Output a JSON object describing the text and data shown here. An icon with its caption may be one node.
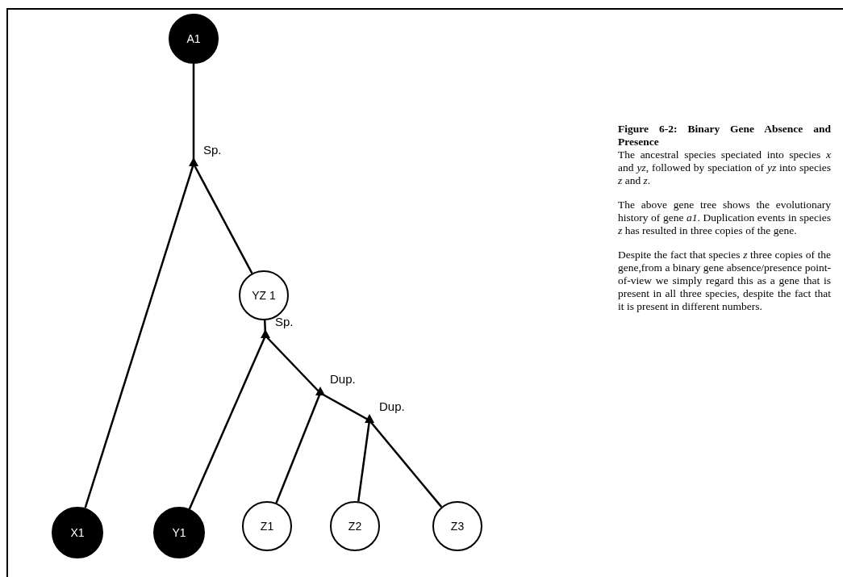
{
  "diagram": {
    "title": "Figure 6-2: Binary Gene Absence and Presence",
    "nodes": [
      {
        "text": [
          "A1"
        ]
      },
      {
        "text": [],
        "shape": "triangle",
        "beside": [
          "Sp."
        ]
      },
      {
        "text": [
          "YZ 1"
        ]
      },
      {
        "text": [],
        "shape": "triangle",
        "beside": [
          "Sp."
        ]
      },
      {
        "text": [],
        "shape": "triangle",
        "beside": [
          "Dup."
        ]
      },
      {
        "text": [],
        "shape": "triangle",
        "beside": [
          "Dup."
        ]
      },
      {
        "text": [
          "X1"
        ]
      },
      {
        "text": [
          "Y1"
        ]
      },
      {
        "text": [
          "Z1"
        ]
      },
      {
        "text": [
          "Z2"
        ]
      },
      {
        "text": [
          "Z3"
        ]
      }
    ],
    "edges": [
      {
        "from": 0,
        "to": 1,
        "arrow": "none"
      },
      {
        "from": 1,
        "to": 6,
        "arrow": "none"
      },
      {
        "from": 1,
        "to": 2,
        "arrow": "none"
      },
      {
        "from": 2,
        "to": 3,
        "arrow": "none"
      },
      {
        "from": 3,
        "to": 7,
        "arrow": "none"
      },
      {
        "from": 3,
        "to": 4,
        "arrow": "none"
      },
      {
        "from": 4,
        "to": 8,
        "arrow": "none"
      },
      {
        "from": 4,
        "to": 5,
        "arrow": "none"
      },
      {
        "from": 5,
        "to": 9,
        "arrow": "none"
      },
      {
        "from": 5,
        "to": 10,
        "arrow": "none"
      }
    ],
    "labels": [
      "The ancestral species speciated into species *x* and *yz*, followed by speciation of *yz* into species *z* and *z*.",
      "The above gene tree shows the evolutionary history of gene *a1*. Duplication events in species *z* has resulted in three copies of the gene.",
      "Despite the fact that species *z* three copies of the gene,from a binary gene absence/presence point-of-view we simply regard this as a gene that is present in all three species, despite the fact that it is present in different numbers."
    ]
  }
}
